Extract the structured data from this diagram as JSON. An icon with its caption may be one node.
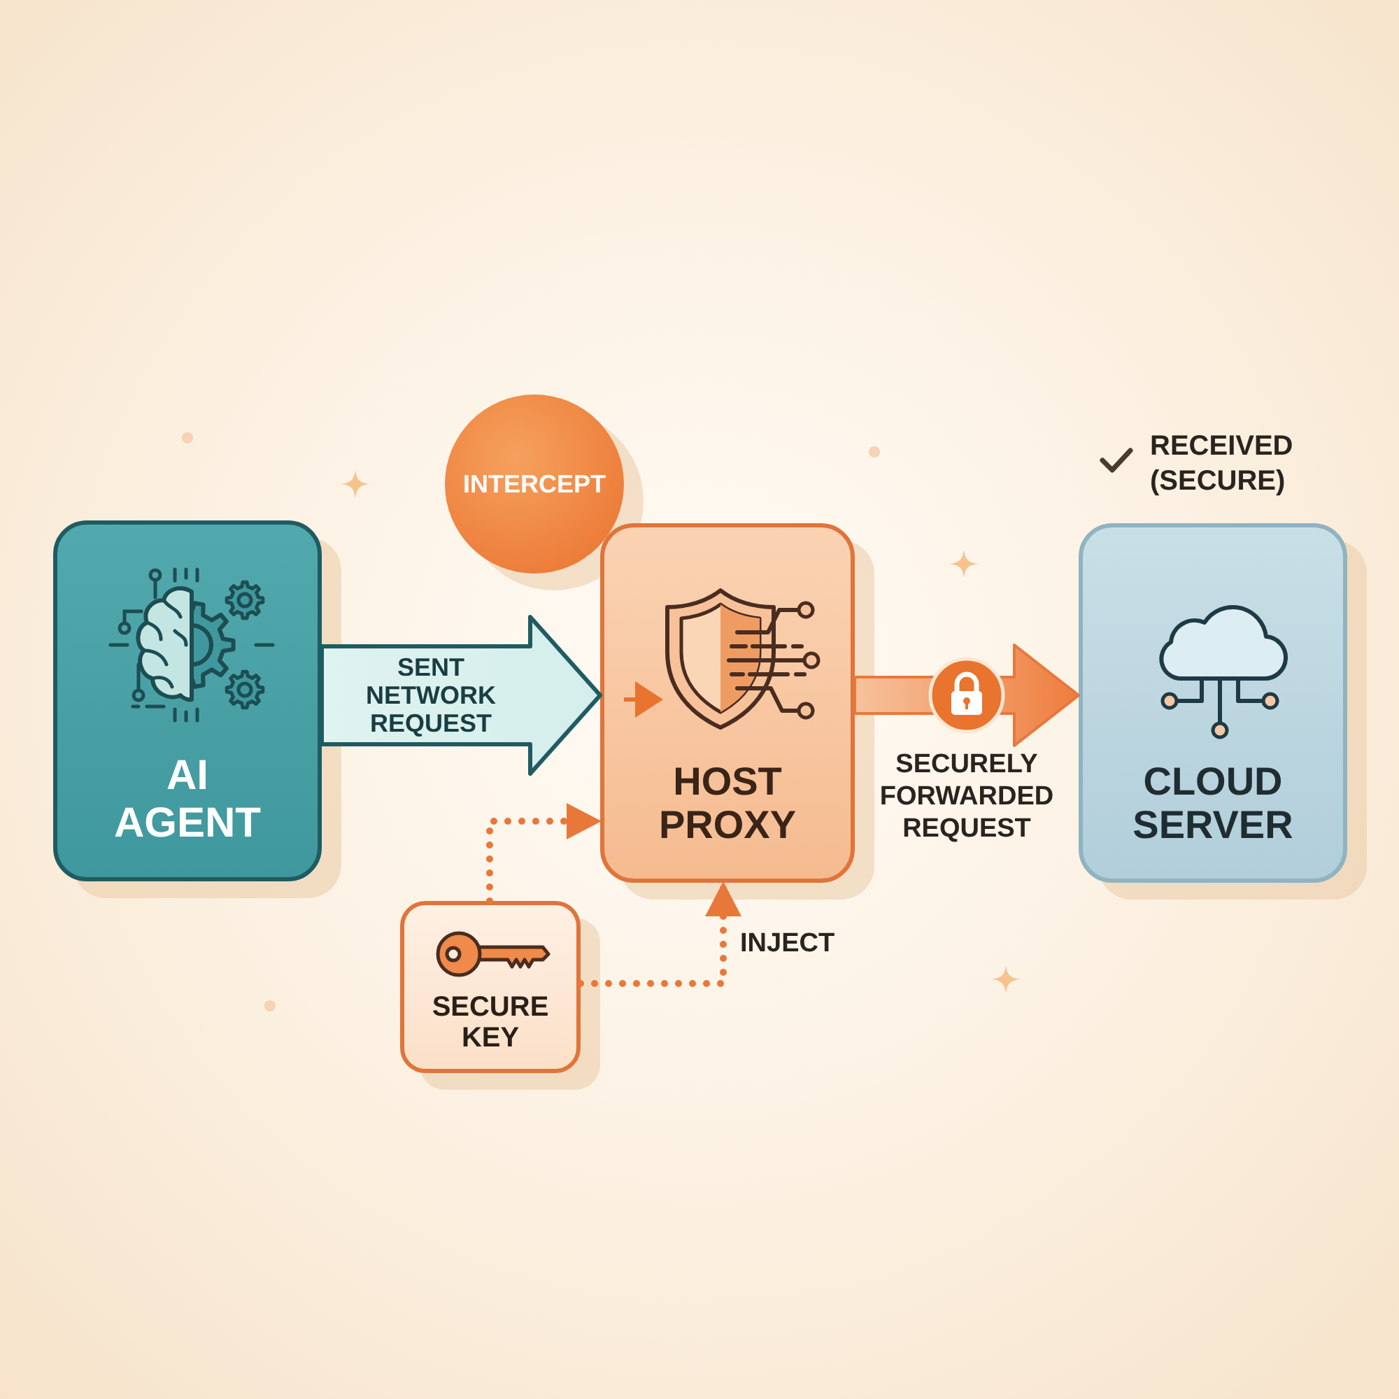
{
  "diagram": {
    "nodes": [
      {
        "text": [
          "AI AGENT"
        ]
      },
      {
        "text": [
          "INTERCEPT"
        ]
      },
      {
        "text": [
          "HOST PROXY"
        ]
      },
      {
        "text": [
          "CLOUD SERVER"
        ],
        "beside": [
          "RECEIVED (SECURE)"
        ]
      },
      {
        "text": [
          "SECURE KEY"
        ]
      }
    ],
    "edges": [
      {
        "from": 0,
        "to": 2,
        "arrow": "to",
        "label": "SENT NETWORK REQUEST",
        "style": "thick",
        "color": "#1f5c62"
      },
      {
        "from": 2,
        "to": 3,
        "arrow": "to",
        "label": "SECURELY FORWARDED REQUEST",
        "style": "thick"
      },
      {
        "from": 4,
        "to": 2,
        "arrow": "to",
        "style": "dashed"
      },
      {
        "from": 4,
        "to": 2,
        "arrow": "to",
        "label": "INJECT",
        "style": "dashed"
      }
    ]
  }
}
